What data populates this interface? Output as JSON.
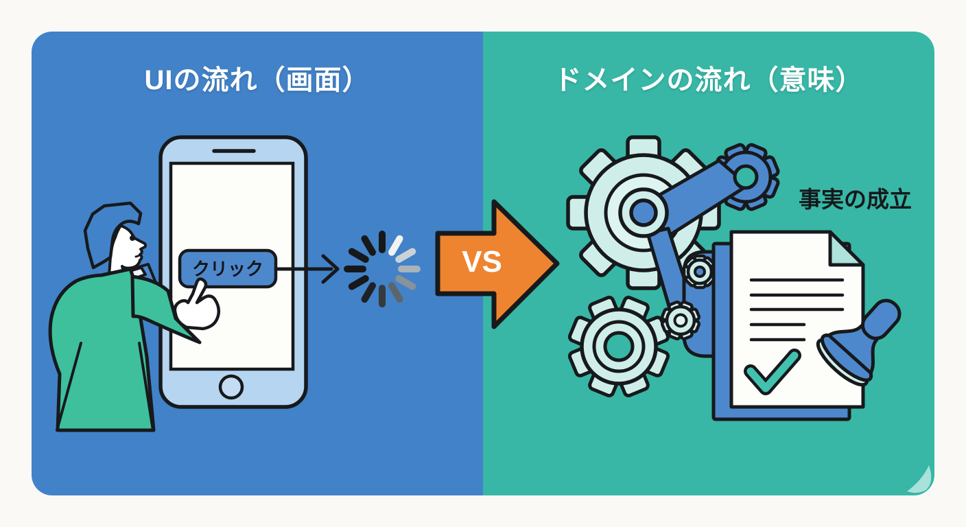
{
  "panels": {
    "left": {
      "title": "UIの流れ（画面）",
      "background": "#4282c8",
      "phone": {
        "button_label": "クリック"
      }
    },
    "right": {
      "title": "ドメインの流れ（意味）",
      "background": "#38b7a6",
      "annotation": "事実の成立"
    },
    "divider": {
      "vs_label": "VS"
    }
  },
  "colors": {
    "outline": "#17191c",
    "accent_blue": "#4e88cc",
    "mint": "#cfeee9",
    "mint_light": "#ddf4f0",
    "orange": "#ee8430",
    "jacket_green": "#3ec09d",
    "phone_body": "#b5d5f0",
    "screen_white": "#fdfdfa",
    "check_teal": "#42c1af",
    "spinner_fade": [
      "#17181a",
      "#f1f3f2",
      "#cbd2d6",
      "#a9b3ba",
      "#899299",
      "#5d656b",
      "#343a3e",
      "#1f2225",
      "#17181a",
      "#17181a",
      "#17181a",
      "#17181a"
    ]
  }
}
